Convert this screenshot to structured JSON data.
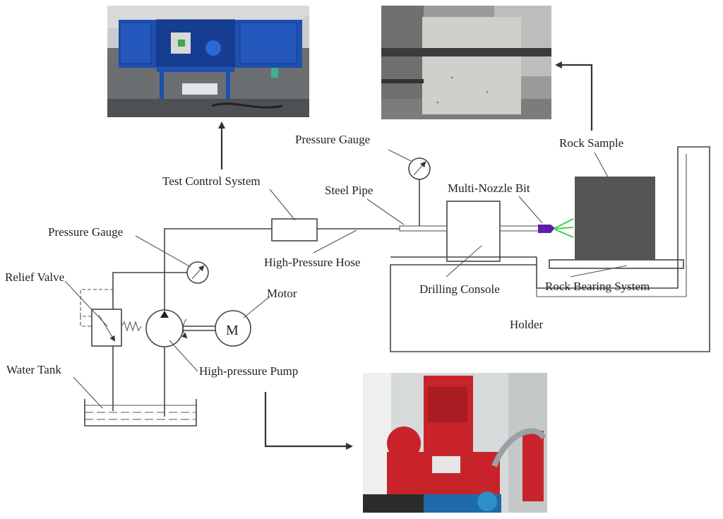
{
  "labels": {
    "test_control_system": "Test Control System",
    "pressure_gauge_top": "Pressure Gauge",
    "steel_pipe": "Steel Pipe",
    "multi_nozzle_bit": "Multi-Nozzle Bit",
    "rock_sample": "Rock Sample",
    "pressure_gauge_left": "Pressure Gauge",
    "relief_valve": "Relief Valve",
    "motor": "Motor",
    "motor_symbol": "M",
    "high_pressure_hose": "High-Pressure Hose",
    "drilling_console": "Drilling Console",
    "rock_bearing_system": "Rock Bearing System",
    "holder": "Holder",
    "water_tank": "Water Tank",
    "high_pressure_pump": "High-pressure Pump"
  },
  "colors": {
    "photo_blue_cabinet": "#1f4fb0",
    "rock_sample_fill": "#555555",
    "nozzle_bit": "#5b1fa8",
    "water_jet": "#3fd24a",
    "pump_red": "#c8232a"
  }
}
